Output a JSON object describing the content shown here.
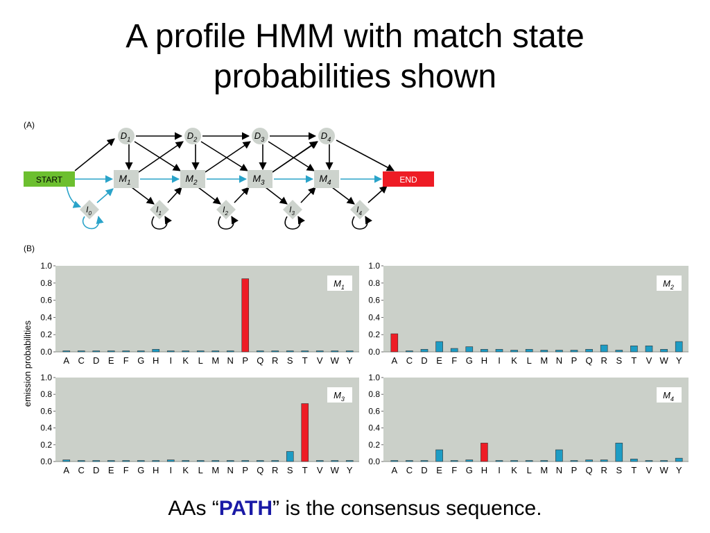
{
  "title": {
    "line1": "A profile HMM with match state",
    "line2": "probabilities shown"
  },
  "caption": {
    "before": "AAs “",
    "highlight": "PATH",
    "after": "” is the consensus sequence."
  },
  "colors": {
    "start": "#6cbf2f",
    "end": "#ee1c25",
    "node": "#cdd3cd",
    "blue_edge": "#2aa3c9",
    "panel_bg": "#cbd0c9",
    "bar_blue": "#1e9cc4",
    "bar_red": "#ee1c25"
  },
  "diagram": {
    "panel_label": "(A)",
    "start_label": "START",
    "end_label": "END",
    "delete_states": [
      {
        "base": "D",
        "sub": "1"
      },
      {
        "base": "D",
        "sub": "2"
      },
      {
        "base": "D",
        "sub": "3"
      },
      {
        "base": "D",
        "sub": "4"
      }
    ],
    "match_states": [
      {
        "base": "M",
        "sub": "1"
      },
      {
        "base": "M",
        "sub": "2"
      },
      {
        "base": "M",
        "sub": "3"
      },
      {
        "base": "M",
        "sub": "4"
      }
    ],
    "insert_states": [
      {
        "base": "I",
        "sub": "0"
      },
      {
        "base": "I",
        "sub": "1"
      },
      {
        "base": "I",
        "sub": "2"
      },
      {
        "base": "I",
        "sub": "3"
      },
      {
        "base": "I",
        "sub": "4"
      }
    ]
  },
  "chart_data": {
    "type": "bar",
    "panel_label": "(B)",
    "ylabel": "emission probabilities",
    "ylim": [
      0,
      1.0
    ],
    "yticks": [
      "0.0",
      "0.2",
      "0.4",
      "0.6",
      "0.8",
      "1.0"
    ],
    "grid": false,
    "categories": [
      "A",
      "C",
      "D",
      "E",
      "F",
      "G",
      "H",
      "I",
      "K",
      "L",
      "M",
      "N",
      "P",
      "Q",
      "R",
      "S",
      "T",
      "V",
      "W",
      "Y"
    ],
    "panels": [
      {
        "name_base": "M",
        "name_sub": "1",
        "values": [
          0.01,
          0.01,
          0.01,
          0.01,
          0.01,
          0.01,
          0.03,
          0.01,
          0.01,
          0.01,
          0.01,
          0.01,
          0.85,
          0.01,
          0.01,
          0.01,
          0.01,
          0.01,
          0.01,
          0.01
        ],
        "highlight": [
          "P"
        ]
      },
      {
        "name_base": "M",
        "name_sub": "2",
        "values": [
          0.21,
          0.01,
          0.03,
          0.12,
          0.04,
          0.06,
          0.03,
          0.03,
          0.02,
          0.03,
          0.02,
          0.02,
          0.02,
          0.03,
          0.08,
          0.02,
          0.07,
          0.07,
          0.03,
          0.12
        ],
        "highlight": [
          "A"
        ]
      },
      {
        "name_base": "M",
        "name_sub": "3",
        "values": [
          0.02,
          0.01,
          0.01,
          0.01,
          0.01,
          0.01,
          0.01,
          0.02,
          0.01,
          0.01,
          0.01,
          0.01,
          0.01,
          0.01,
          0.01,
          0.12,
          0.69,
          0.01,
          0.01,
          0.01
        ],
        "highlight": [
          "T"
        ]
      },
      {
        "name_base": "M",
        "name_sub": "4",
        "values": [
          0.01,
          0.01,
          0.01,
          0.14,
          0.01,
          0.02,
          0.22,
          0.01,
          0.01,
          0.01,
          0.01,
          0.14,
          0.01,
          0.02,
          0.02,
          0.22,
          0.03,
          0.01,
          0.01,
          0.04
        ],
        "highlight": [
          "H"
        ]
      }
    ]
  }
}
